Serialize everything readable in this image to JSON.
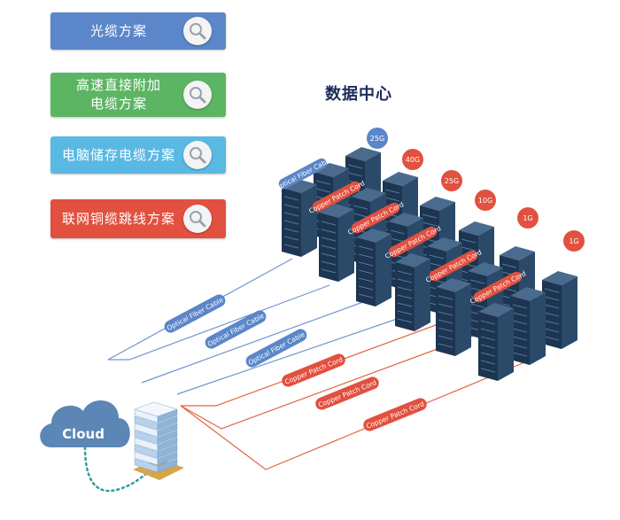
{
  "menu": {
    "items": [
      {
        "label": "光缆方案",
        "color": "#5b86c9"
      },
      {
        "label": "高速直接附加\n电缆方案",
        "color": "#5cb563"
      },
      {
        "label": "电脑储存电缆方案",
        "color": "#5ab9e3"
      },
      {
        "label": "联网铜缆跳线方案",
        "color": "#e2503f"
      }
    ],
    "search_icon": "magnifier-icon"
  },
  "title": "数据中心",
  "racks": [
    {
      "speed": "25G",
      "speed_color": "#5b86c9",
      "cable": "Optical Fiber Cable",
      "cable_color": "#5b86c9"
    },
    {
      "speed": "40G",
      "speed_color": "#e2503f",
      "cable": "Copper Patch Cord",
      "cable_color": "#e2503f"
    },
    {
      "speed": "25G",
      "speed_color": "#e2503f",
      "cable": "Copper Patch Cord",
      "cable_color": "#e2503f"
    },
    {
      "speed": "10G",
      "speed_color": "#e2503f",
      "cable": "Copper Patch Cord",
      "cable_color": "#e2503f"
    },
    {
      "speed": "1G",
      "speed_color": "#e2503f",
      "cable": "Copper Patch Cord",
      "cable_color": "#e2503f"
    },
    {
      "speed": "1G",
      "speed_color": "#e2503f",
      "cable": "Copper Patch Cord",
      "cable_color": "#e2503f"
    }
  ],
  "trunk_cables": [
    {
      "label": "Optical Fiber Cable",
      "color": "#5b86c9"
    },
    {
      "label": "Optical Fiber Cable",
      "color": "#5b86c9"
    },
    {
      "label": "Optical Fiber Cable",
      "color": "#5b86c9"
    },
    {
      "label": "Copper Patch Cord",
      "color": "#e2503f"
    },
    {
      "label": "Copper Patch Cord",
      "color": "#e2503f"
    },
    {
      "label": "Copper Patch Cord",
      "color": "#e2503f"
    }
  ],
  "cloud": {
    "label": "Cloud",
    "color": "#5b86b5"
  }
}
